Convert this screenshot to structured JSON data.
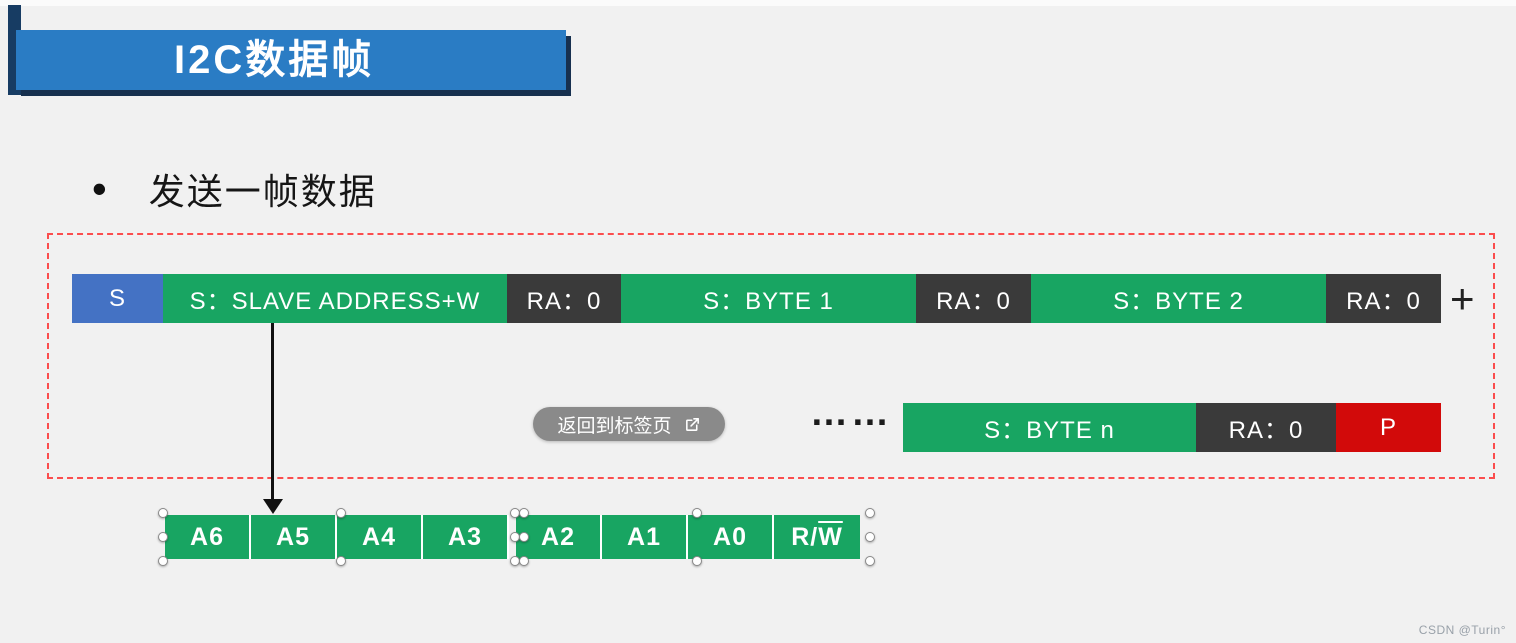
{
  "colors": {
    "bg": "#f1f1f1",
    "title-blue": "#2a7cc4",
    "title-shadow": "#17304f",
    "accent-bar": "#173c63",
    "green": "#18a562",
    "dark": "#3a3a3a",
    "start-blue": "#4472c4",
    "stop-red": "#d20a0a",
    "dashed-red": "#fb4d4d",
    "overlay-gray": "#8a8a8a"
  },
  "title": "I2C数据帧",
  "bullet": {
    "marker": "•",
    "text": "发送一帧数据"
  },
  "frame": {
    "row1": [
      {
        "label": "S"
      },
      {
        "label": "S：SLAVE ADDRESS+W"
      },
      {
        "label": "RA：0"
      },
      {
        "label": "S：BYTE 1"
      },
      {
        "label": "RA：0"
      },
      {
        "label": "S：BYTE 2"
      },
      {
        "label": "RA：0"
      }
    ],
    "plus": "+",
    "ellipsis": "……",
    "row2": [
      {
        "label": "S：BYTE n"
      },
      {
        "label": "RA：0"
      },
      {
        "label": "P"
      }
    ]
  },
  "overlay": {
    "label": "返回到标签页"
  },
  "address": {
    "bits": [
      "A6",
      "A5",
      "A4",
      "A3",
      "A2",
      "A1",
      "A0"
    ],
    "rw_prefix": "R/",
    "rw_overlined": "W"
  },
  "watermark": "CSDN @Turin°"
}
